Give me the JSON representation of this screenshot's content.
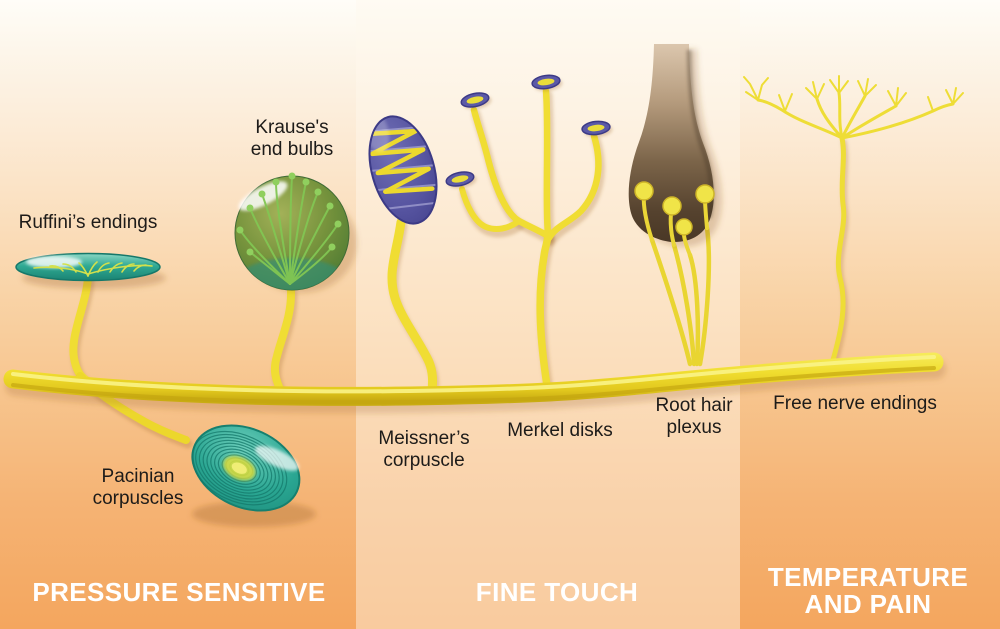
{
  "receptors": {
    "ruffini": {
      "label": "Ruffini’s endings"
    },
    "krause": {
      "line1": "Krause's",
      "line2": "end bulbs"
    },
    "pacinian": {
      "line1": "Pacinian",
      "line2": "corpuscles"
    },
    "meissner": {
      "line1": "Meissner’s",
      "line2": "corpuscle"
    },
    "merkel": {
      "label": "Merkel disks"
    },
    "root_hair": {
      "line1": "Root hair",
      "line2": "plexus"
    },
    "free_nerve": {
      "label": "Free nerve endings"
    }
  },
  "sections": {
    "left": {
      "title": "PRESSURE SENSITIVE"
    },
    "middle": {
      "title": "FINE TOUCH"
    },
    "right": {
      "line1": "TEMPERATURE",
      "line2": "AND PAIN"
    }
  },
  "colors": {
    "background_top": "#fefbf4",
    "background_bottom": "#f4a65e",
    "middle_panel_tint": "#fbd5a6",
    "nerve_yellow": "#f0dd33",
    "trunk_highlight": "#f9f387",
    "receptor_teal": "#2aa692",
    "krause_olive_green": "#74923c",
    "branch_green": "#82c653",
    "meissner_violet": "#5b59a7",
    "disk_center_yellow": "#eadd3a",
    "follicle_brown_dark": "#4a3826",
    "follicle_brown_light": "#dbc6ad",
    "label_text": "#1d1b19",
    "section_title_text": "#ffffff"
  }
}
